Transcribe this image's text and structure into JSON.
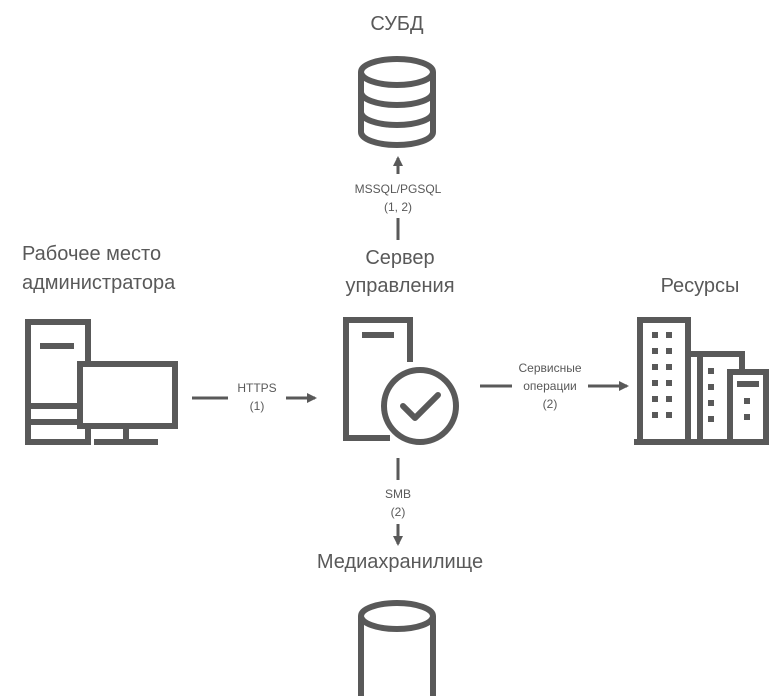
{
  "nodes": {
    "dbms": {
      "label": "СУБД",
      "icon": "database-icon"
    },
    "admin": {
      "label_line1": "Рабочее место",
      "label_line2": "администратора",
      "icon": "workstation-icon"
    },
    "server": {
      "label_line1": "Сервер",
      "label_line2": "управления",
      "icon": "server-check-icon"
    },
    "resources": {
      "label": "Ресурсы",
      "icon": "buildings-icon"
    },
    "media": {
      "label": "Медиахранилище",
      "icon": "database-icon"
    }
  },
  "connections": {
    "server_to_dbms": {
      "line1": "MSSQL/PGSQL",
      "line2": "(1, 2)"
    },
    "admin_to_server": {
      "line1": "HTTPS",
      "line2": "(1)"
    },
    "server_to_resources": {
      "line1": "Сервисные",
      "line2": "операции",
      "line3": "(2)"
    },
    "server_to_media": {
      "line1": "SMB",
      "line2": "(2)"
    }
  },
  "colors": {
    "icon": "#595959",
    "text": "#595959",
    "background": "#ffffff"
  }
}
